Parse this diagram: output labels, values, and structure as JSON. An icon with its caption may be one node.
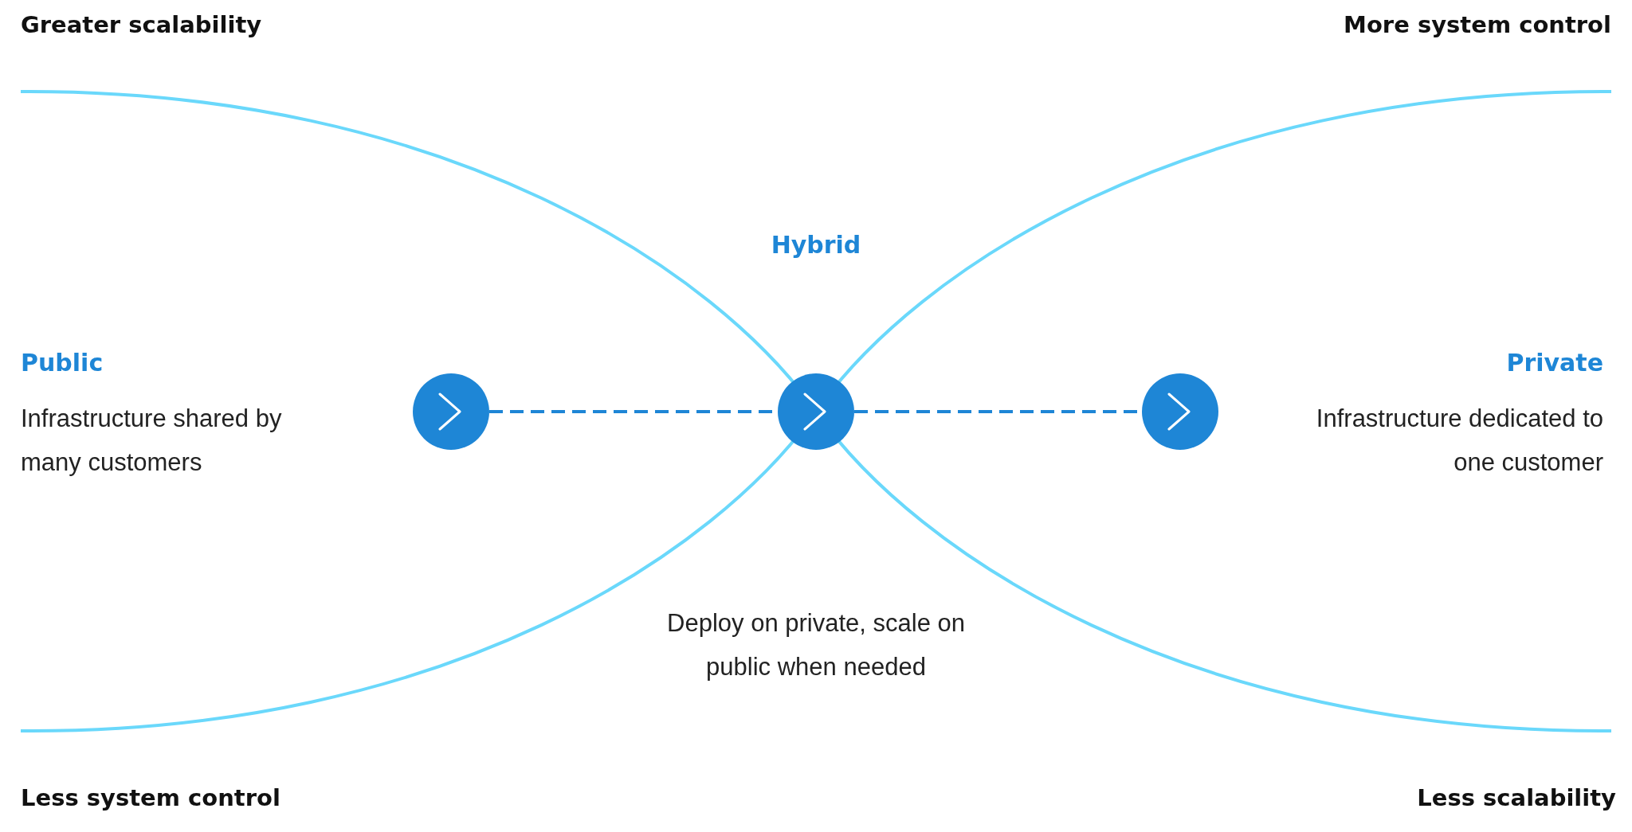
{
  "diagram": {
    "nodes": [
      {
        "text": [],
        "shape": "circle"
      },
      {
        "text": [],
        "shape": "circle"
      },
      {
        "text": [],
        "shape": "circle"
      }
    ],
    "edges": [
      {
        "from": 0,
        "to": 1,
        "arrow": "none",
        "style": "dashed"
      },
      {
        "from": 1,
        "to": 2,
        "arrow": "none",
        "style": "dashed"
      }
    ],
    "labels": [
      "Greater scalability",
      "More system control",
      "Hybrid",
      "Public",
      "Infrastructure shared by many customers",
      "Private",
      "Infrastructure dedicated to one customer",
      "Deploy on private, scale on public when needed",
      "Less system control",
      "Less scalability"
    ]
  }
}
